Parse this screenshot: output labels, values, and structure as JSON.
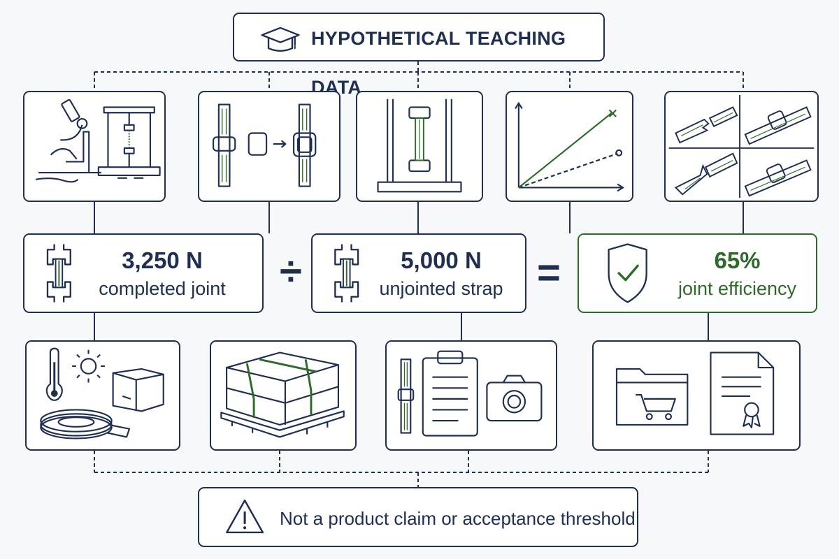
{
  "header": {
    "title": "HYPOTHETICAL TEACHING DATA",
    "icon": "graduation-cap-icon"
  },
  "equation": {
    "joint": {
      "value": "3,250 N",
      "label": "completed joint"
    },
    "divide_symbol": "÷",
    "strap": {
      "value": "5,000 N",
      "label": "unjointed strap"
    },
    "equals_symbol": "=",
    "result": {
      "value": "65%",
      "label": "joint efficiency"
    }
  },
  "footer": {
    "text": "Not a product claim or acceptance threshold",
    "icon": "warning-icon"
  },
  "colors": {
    "navy": "#1e2f52",
    "green": "#2e6b2a",
    "background": "#f7f8f9"
  }
}
